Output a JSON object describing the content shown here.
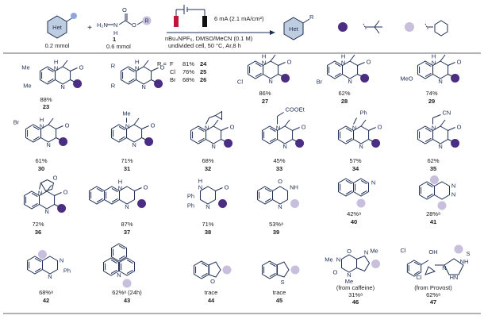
{
  "header": {
    "reagent1_amount": "0.2 mmol",
    "reagent2_number": "1",
    "reagent2_amount": "0.6 mmol",
    "reagent2_label_H": "H",
    "reagent2_label_H2N": "H₂N",
    "reagent2_label_N": "N",
    "reagent2_label_O": "O",
    "reagent2_label_R": "R",
    "het_label": "Het",
    "current": "6 mA (2.1 mA/cm²)",
    "cond_line1": "nBu₄NPF₆, DMSO/MeCN (0.1 M)",
    "cond_line2": "undivided cell, 50 °C, Ar,8 h",
    "product_R": "R",
    "r_defs": {
      "tbu_alt": "tBu",
      "cy_alt": "cyclohexyl"
    },
    "colors": {
      "purple": "#4b2e83",
      "lavender": "#c7bfdb",
      "hetfill": "#bfcde0",
      "bond": "#1f2e55",
      "electrode_red": "#c0143c"
    }
  },
  "row1": {
    "c23": {
      "yield": "88%",
      "num": "23"
    },
    "c2426": {
      "R_eq": "R =",
      "entries": [
        {
          "sub": "F",
          "yield": "81%",
          "num": "24"
        },
        {
          "sub": "Cl",
          "yield": "76%",
          "num": "25"
        },
        {
          "sub": "Br",
          "yield": "68%",
          "num": "26"
        }
      ],
      "R": "R"
    },
    "c27": {
      "yield": "86%",
      "num": "27",
      "sub": "Cl"
    },
    "c28": {
      "yield": "62%",
      "num": "28",
      "sub": "Br"
    },
    "c29": {
      "yield": "74%",
      "num": "29",
      "sub": "MeO"
    }
  },
  "row2": {
    "c30": {
      "yield": "61%",
      "num": "30",
      "sub": "Br"
    },
    "c31": {
      "yield": "71%",
      "num": "31",
      "sub": "Me"
    },
    "c32": {
      "yield": "68%",
      "num": "32"
    },
    "c33": {
      "yield": "45%",
      "num": "33",
      "sub": "COOEt"
    },
    "c34": {
      "yield": "57%",
      "num": "34",
      "sub": "Ph"
    },
    "c35": {
      "yield": "62%",
      "num": "35",
      "sub": "CN"
    }
  },
  "row3": {
    "c36": {
      "yield": "72%",
      "num": "36"
    },
    "c37": {
      "yield": "87%",
      "num": "37"
    },
    "c38": {
      "yield": "71%",
      "num": "38",
      "sub": "Ph"
    },
    "c39": {
      "yield": "53%ᵃ",
      "num": "39"
    },
    "c40": {
      "yield": "42%ᵃ",
      "num": "40"
    },
    "c41": {
      "yield": "28%ᵃ",
      "num": "41"
    }
  },
  "row4": {
    "c42": {
      "yield": "68%ᵃ",
      "num": "42",
      "sub": "Ph"
    },
    "c43": {
      "yield": "62%ᵃ (24h)",
      "num": "43"
    },
    "c44": {
      "yield": "trace",
      "num": "44"
    },
    "c45": {
      "yield": "trace",
      "num": "45"
    },
    "c46": {
      "note": "(from caffeine)",
      "yield": "31%ᵃ",
      "num": "46",
      "sub": "Me"
    },
    "c47": {
      "note": "(from Provost)",
      "yield": "62%ᵃ",
      "num": "47",
      "sub_cl": "Cl",
      "sub_oh": "OH",
      "sub_s": "S"
    }
  },
  "atoms": {
    "H": "H",
    "N": "N",
    "O": "O",
    "S": "S",
    "Me": "Me",
    "Ph": "Ph",
    "NH": "NH",
    "HN": "HN"
  }
}
